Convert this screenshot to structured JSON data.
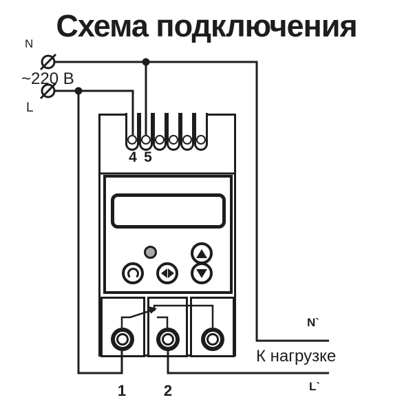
{
  "title": "Схема подключения",
  "colors": {
    "ink": "#1d1d1b",
    "background": "#ffffff",
    "led": "#a9a9a9"
  },
  "input": {
    "neutral_label": "N",
    "voltage_label": "~220 В",
    "line_label": "L"
  },
  "device": {
    "top_terminal_slots": 6,
    "top_terminal_labels": {
      "t4": "4",
      "t5": "5"
    },
    "bottom_terminal_labels": {
      "t1": "1",
      "t2": "2"
    },
    "icons": {
      "reset_button": "open-arc",
      "select_button": "left-right-triangles",
      "up_button": "up-triangle",
      "down_button": "down-triangle",
      "led": "status-led",
      "screw_terminal": "Ø",
      "relay": "spdt-arrow-switch"
    }
  },
  "output": {
    "neutral_label": "N`",
    "load_label": "К нагрузке",
    "line_label": "L`"
  }
}
